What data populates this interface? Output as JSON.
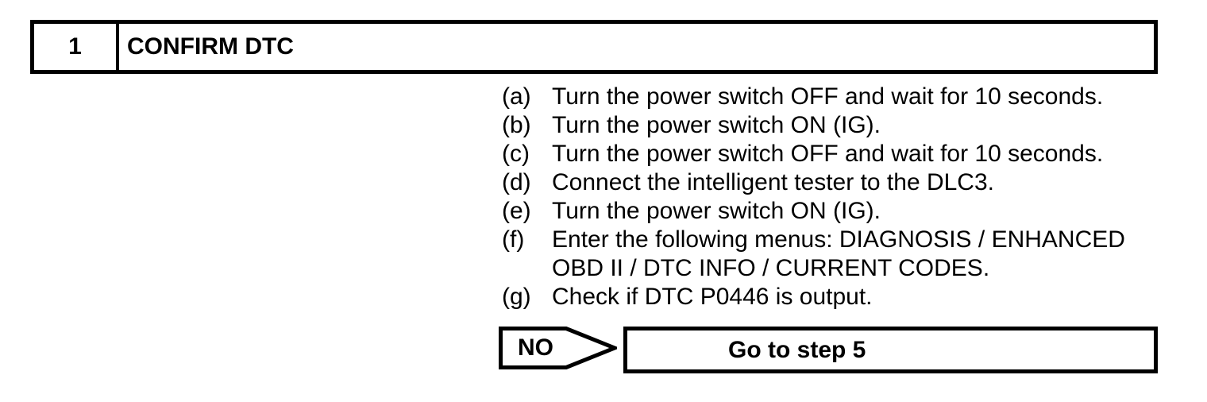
{
  "colors": {
    "ink": "#000000",
    "paper": "#ffffff"
  },
  "step": {
    "number": "1",
    "title": "CONFIRM DTC"
  },
  "instructions": [
    {
      "label": "(a)",
      "text": "Turn the power switch OFF and wait for 10 seconds."
    },
    {
      "label": "(b)",
      "text": "Turn the power switch ON (IG)."
    },
    {
      "label": "(c)",
      "text": "Turn the power switch OFF and wait for 10 seconds."
    },
    {
      "label": "(d)",
      "text": "Connect the intelligent tester to the DLC3."
    },
    {
      "label": "(e)",
      "text": "Turn the power switch ON (IG)."
    },
    {
      "label": "(f)",
      "text": "Enter the following menus: DIAGNOSIS / ENHANCED OBD II / DTC INFO / CURRENT CODES."
    },
    {
      "label": "(g)",
      "text": "Check if DTC P0446 is output."
    }
  ],
  "decision": {
    "no_label": "NO",
    "action": "Go to step 5"
  }
}
